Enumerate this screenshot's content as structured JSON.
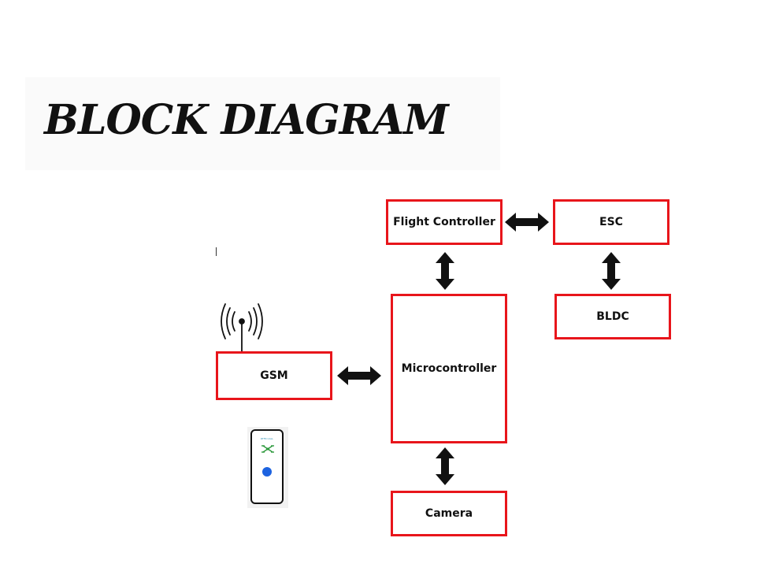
{
  "title": "BLOCK DIAGRAM",
  "blocks": {
    "flight_controller": "Flight Controller",
    "esc": "ESC",
    "bldc": "BLDC",
    "gsm": "GSM",
    "microcontroller": "Microcontroller",
    "camera": "Camera"
  },
  "phone": {
    "caption": "RTFR CALL"
  },
  "colors": {
    "block_border": "#e8151b",
    "arrow": "#111111",
    "phone_button": "#1d63e0",
    "phone_drone": "#2e9a3e"
  },
  "icons": [
    "antenna-icon",
    "phone-icon",
    "drone-icon"
  ]
}
